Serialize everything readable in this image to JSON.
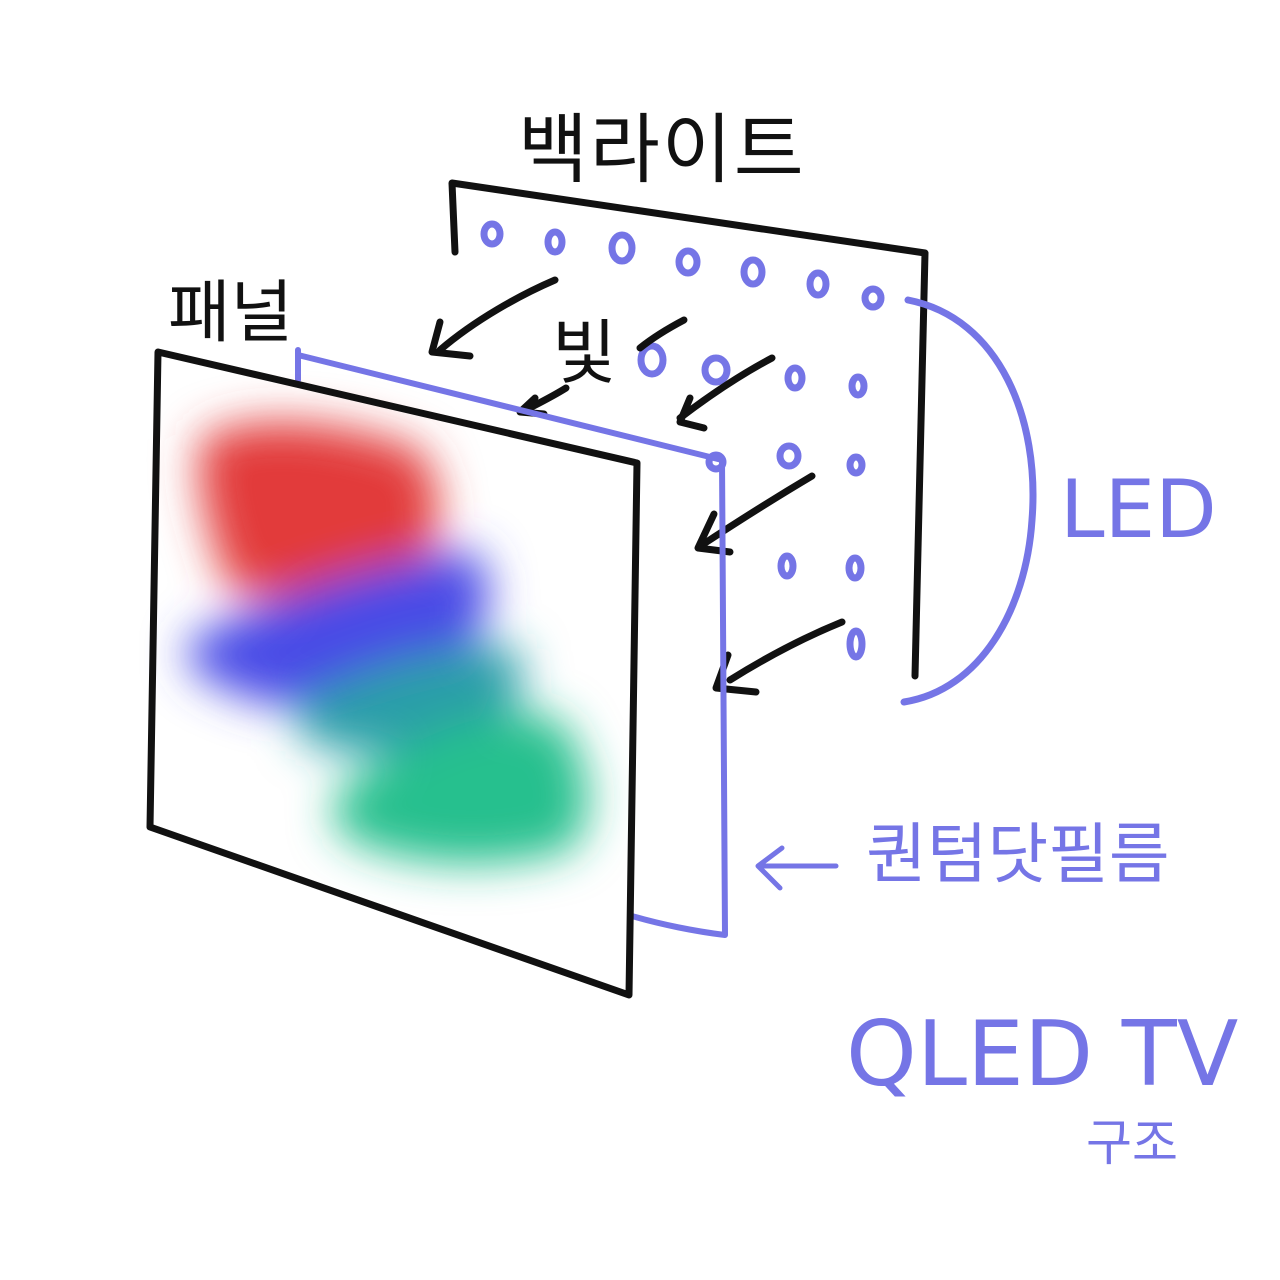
{
  "labels": {
    "backlight": "백라이트",
    "panel": "패널",
    "light": "빛",
    "led": "LED",
    "qd_film": "퀀텀닷필름",
    "title_main": "QLED TV",
    "title_sub": "구조"
  },
  "colors": {
    "ink": "#111111",
    "sketch_blue": "#7575e6",
    "blur_red": "#e23a3a",
    "blur_blue": "#4a4ce6",
    "blur_teal": "#2a9fa8",
    "blur_green": "#27c08e"
  },
  "icons": {
    "light_arrow": "arrow-left-down",
    "film_pointer": "arrow-left",
    "led_group": "bracket-curve"
  }
}
